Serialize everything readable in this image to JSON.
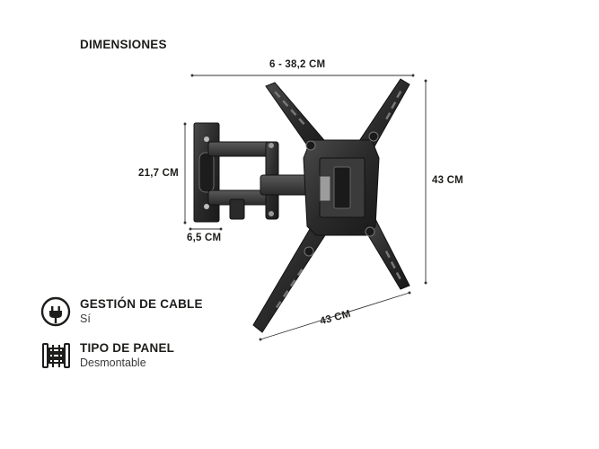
{
  "heading": "DIMENSIONES",
  "dimensions": {
    "width_range": "6 - 38,2 CM",
    "height": "43 CM",
    "arm_height": "21,7 CM",
    "wall_plate_width": "6,5 CM",
    "diagonal": "43 CM"
  },
  "features": [
    {
      "icon": "plug-icon",
      "title": "GESTIÓN DE CABLE",
      "value": "Sí"
    },
    {
      "icon": "panel-icon",
      "title": "TIPO DE PANEL",
      "value": "Desmontable"
    }
  ],
  "colors": {
    "text": "#1d1d1b",
    "mount_metal": "#2b2b2b",
    "mount_highlight": "#555555",
    "dimension_line": "#333333"
  }
}
